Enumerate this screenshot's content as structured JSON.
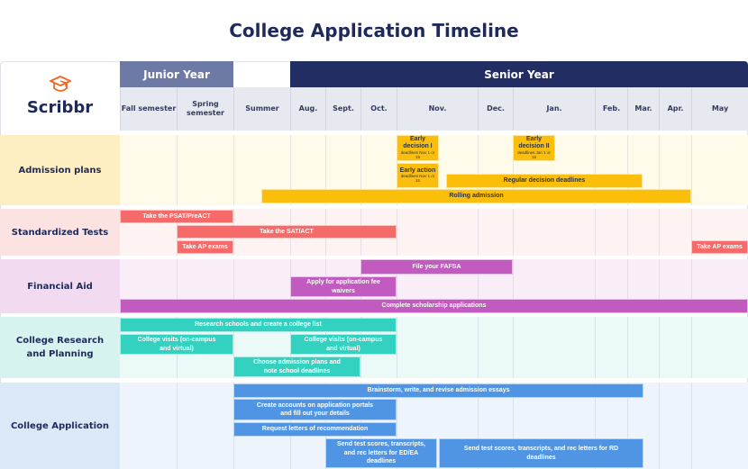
{
  "title": "College Application Timeline",
  "logo": {
    "text": "Scribbr",
    "icon": "graduation-cap-icon",
    "color": "#f26522"
  },
  "years": {
    "junior": "Junior Year",
    "senior": "Senior Year"
  },
  "months": [
    "Fall semester",
    "Spring semester",
    "Summer",
    "Aug.",
    "Sept.",
    "Oct.",
    "Nov.",
    "Dec.",
    "Jan.",
    "Feb.",
    "Mar.",
    "Apr.",
    "May"
  ],
  "rows": {
    "admission": {
      "label": "Admission plans",
      "color": "#fbbf0b",
      "bars": {
        "ed1": "Early decision I",
        "ed1_note": "deadlines Nov 1 or 15",
        "ea": "Early action",
        "ea_note": "deadlines Nov 1 or 15",
        "ed2": "Early decision II",
        "ed2_note": "deadlines Jan 1 or 15",
        "regular": "Regular decision deadlines",
        "rolling": "Rolling admission"
      }
    },
    "tests": {
      "label": "Standardized Tests",
      "color": "#f76a6a",
      "bars": {
        "psat": "Take the PSAT/PreACT",
        "sat": "Take the SAT/ACT",
        "ap1": "Take AP exams",
        "ap2": "Take AP exams"
      }
    },
    "aid": {
      "label": "Financial Aid",
      "color": "#c25bbf",
      "bars": {
        "fafsa": "File your FAFSA",
        "waivers": "Apply for application fee waivers",
        "scholarships": "Complete scholarship applications"
      }
    },
    "research": {
      "label": "College Research and Planning",
      "color": "#33d1bf",
      "bars": {
        "list": "Research schools and create a college list",
        "visits1": "College visits (on-campus and virtual)",
        "visits2": "College visits (on-campus and virtual)",
        "choose": "Choose admission plans and note school deadlines"
      }
    },
    "application": {
      "label": "College Application",
      "color": "#4f95e4",
      "bars": {
        "essays": "Brainstorm, write, and revise admission essays",
        "accounts": "Create accounts on application portals and fill out your details",
        "letters": "Request letters of recommendation",
        "send_ed": "Send test scores, transcripts, and rec letters for ED/EA deadlines",
        "send_rd": "Send test scores, transcripts, and rec letters for RD deadlines"
      }
    }
  }
}
